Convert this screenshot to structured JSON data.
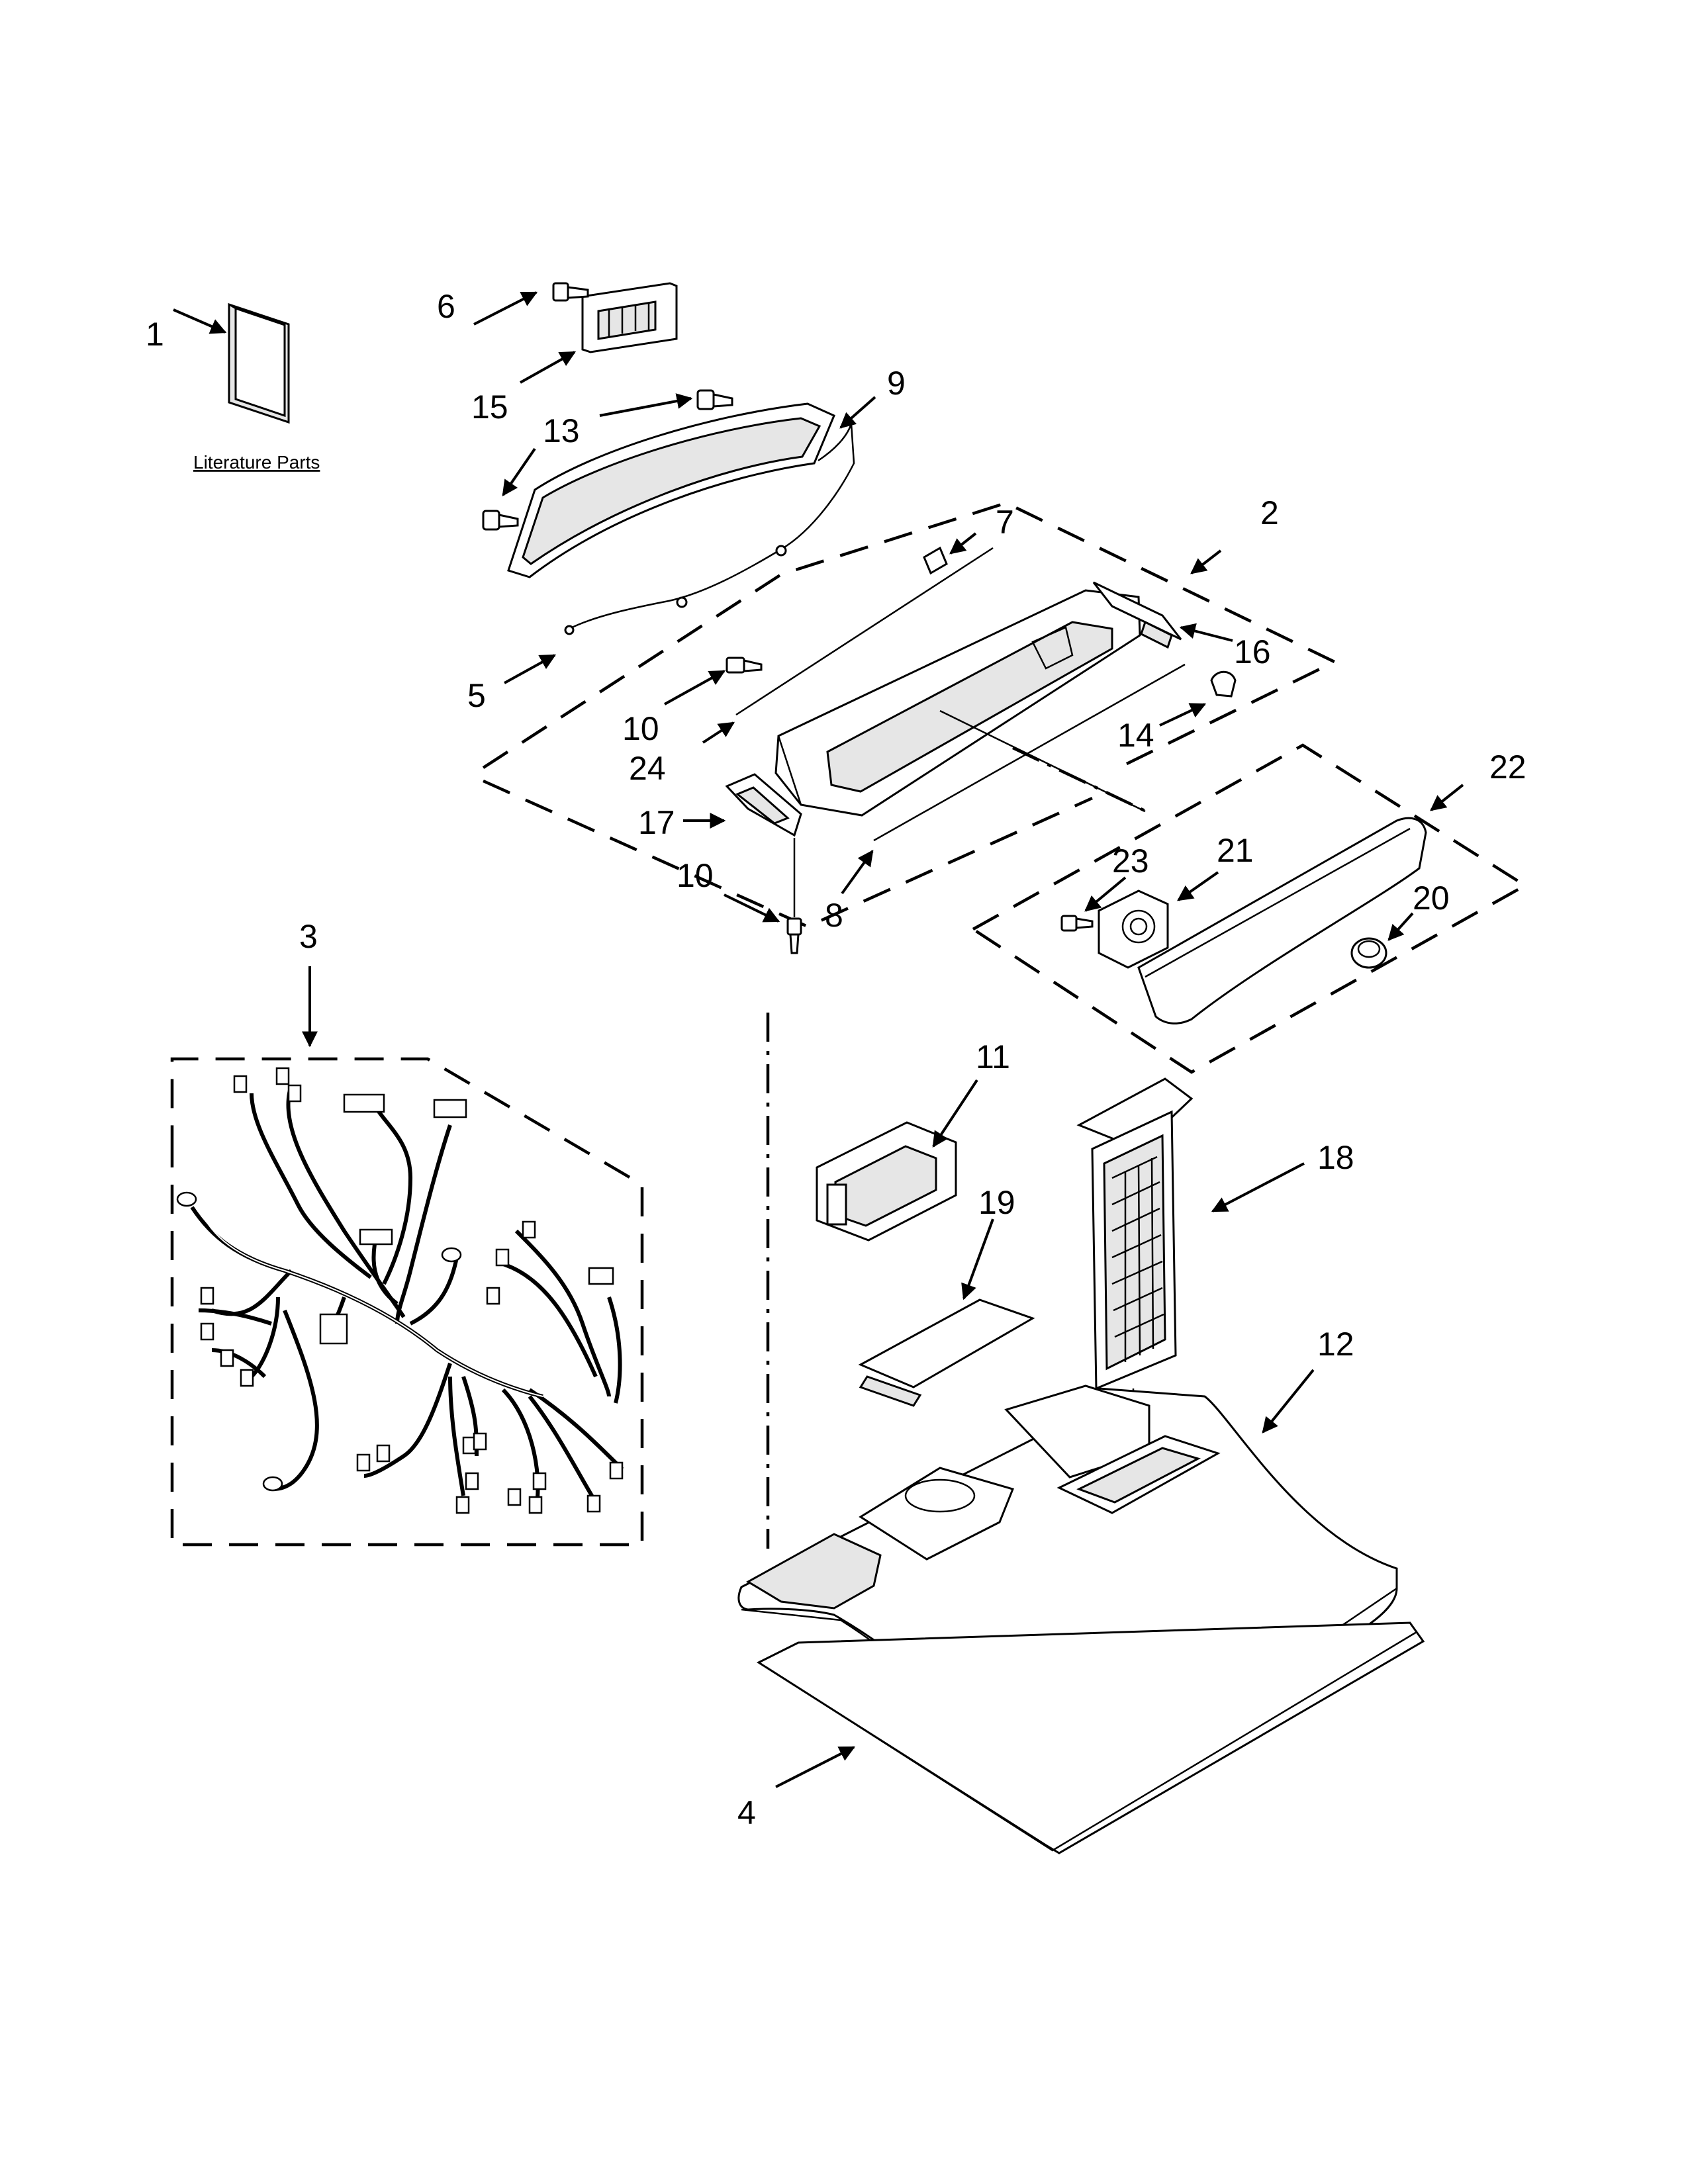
{
  "diagram": {
    "literature_label": "Literature Parts",
    "callouts": {
      "c1": "1",
      "c2": "2",
      "c3": "3",
      "c4": "4",
      "c5": "5",
      "c6": "6",
      "c7": "7",
      "c8": "8",
      "c9": "9",
      "c10a": "10",
      "c10b": "10",
      "c11": "11",
      "c12": "12",
      "c13": "13",
      "c14": "14",
      "c15": "15",
      "c16": "16",
      "c17": "17",
      "c18": "18",
      "c19": "19",
      "c20": "20",
      "c21": "21",
      "c22": "22",
      "c23": "23",
      "c24": "24"
    }
  }
}
